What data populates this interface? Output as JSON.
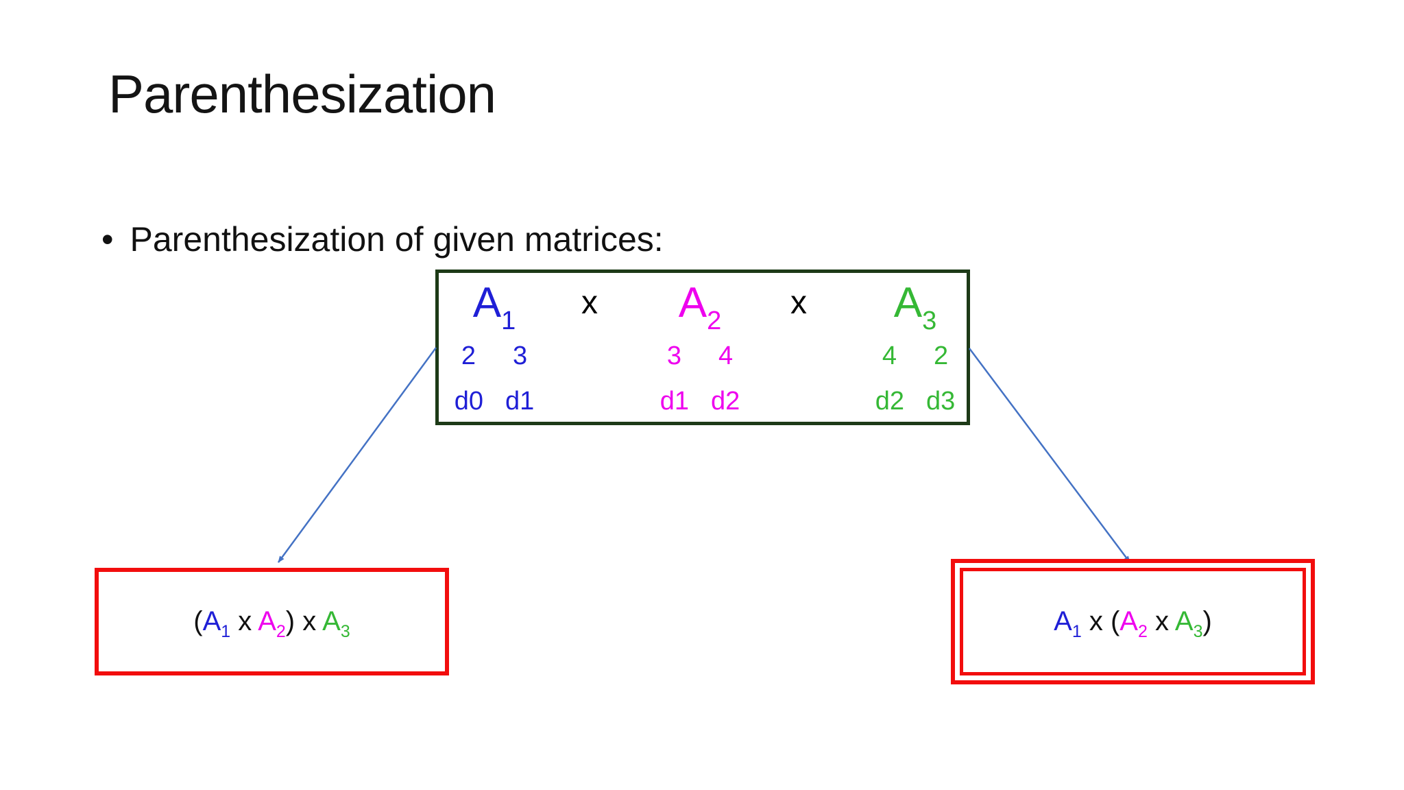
{
  "slide": {
    "title": "Parenthesization",
    "bullet_marker": "•",
    "bullet_text": "Parenthesization of given matrices:"
  },
  "colors": {
    "matrix1": "#1f1fd6",
    "matrix2": "#ee00ee",
    "matrix3": "#35b835",
    "operator": "#000000",
    "matrices_box_border": "#1d3a17",
    "result_box_border": "#f20d0d",
    "arrow": "#4472c4",
    "title_text": "#141414",
    "body_text": "#111111"
  },
  "matrices_box": {
    "operator": "x",
    "groups": [
      {
        "label": "A",
        "sub": "1",
        "dims": [
          "2",
          "3"
        ],
        "dim_labels": [
          "d0",
          "d1"
        ]
      },
      {
        "label": "A",
        "sub": "2",
        "dims": [
          "3",
          "4"
        ],
        "dim_labels": [
          "d1",
          "d2"
        ]
      },
      {
        "label": "A",
        "sub": "3",
        "dims": [
          "4",
          "2"
        ],
        "dim_labels": [
          "d2",
          "d3"
        ]
      }
    ]
  },
  "left_result": {
    "p0": "(",
    "a1": "A",
    "a1_sub": "1",
    "p1": " x ",
    "a2": "A",
    "a2_sub": "2",
    "p2": ") x ",
    "a3": "A",
    "a3_sub": "3"
  },
  "right_result": {
    "a1": "A",
    "a1_sub": "1",
    "p0": " x (",
    "a2": "A",
    "a2_sub": "2",
    "p1": " x ",
    "a3": "A",
    "a3_sub": "3",
    "p2": ")"
  }
}
